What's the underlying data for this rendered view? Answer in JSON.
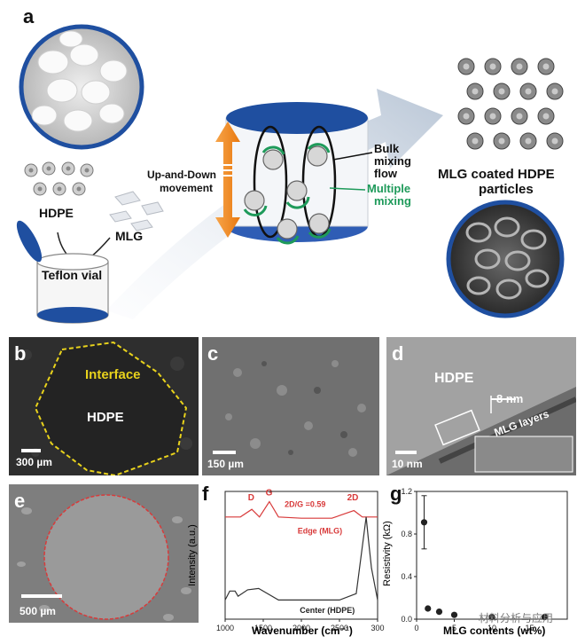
{
  "panel_a": {
    "letter": "a",
    "hdpe_label": "HDPE",
    "mlg_label": "MLG",
    "vial_label": "Teflon vial",
    "movement_label_1": "Up-and-Down",
    "movement_label_2": "movement",
    "bulk_label_1": "Bulk",
    "bulk_label_2": "mixing",
    "bulk_label_3": "flow",
    "multiple_label_1": "Multiple",
    "multiple_label_2": "mixing",
    "product_label_1": "MLG coated HDPE",
    "product_label_2": "particles"
  },
  "panel_b": {
    "letter": "b",
    "interface_label": "Interface",
    "hdpe_label": "HDPE",
    "scale": "300 µm"
  },
  "panel_c": {
    "letter": "c",
    "scale": "150 µm"
  },
  "panel_d": {
    "letter": "d",
    "hdpe_label": "HDPE",
    "thickness_label": "8 nm",
    "layers_label": "MLG layers",
    "scale": "10 nm"
  },
  "panel_e": {
    "letter": "e",
    "scale": "500 µm"
  },
  "panel_f": {
    "letter": "f",
    "ylabel": "Intensity (a.u.)",
    "xlabel": "Wavenumber (cm⁻¹)",
    "peak_d": "D",
    "peak_g": "G",
    "peak_2d": "2D",
    "ratio_label": "2D/G =0.59",
    "edge_label": "Edge (MLG)",
    "center_label": "Center (HDPE)",
    "xticks": [
      "1000",
      "1500",
      "2000",
      "2500",
      "300"
    ]
  },
  "panel_g": {
    "letter": "g",
    "ylabel": "Resistivity (kΩ)",
    "xlabel": "MLG contents (wt%)",
    "yticks": [
      "0.0",
      "0.4",
      "0.8",
      "1.2"
    ],
    "xticks": [
      "0",
      "5",
      "10",
      "15"
    ]
  },
  "watermark": "材料分析与应用",
  "colors": {
    "blue": "#1f4fa0",
    "orange": "#ee7d1a",
    "green": "#1e9a5a",
    "red": "#d83a3a",
    "yellow": "#e8d21c"
  },
  "chart_data": [
    {
      "type": "line",
      "title": "",
      "xlabel": "Wavenumber (cm⁻¹)",
      "ylabel": "Intensity (a.u.)",
      "xlim": [
        1000,
        3000
      ],
      "series": [
        {
          "name": "Edge (MLG)",
          "x": [
            1000,
            1200,
            1350,
            1450,
            1580,
            1700,
            2000,
            2400,
            2690,
            2800,
            3000
          ],
          "y": [
            0.8,
            0.8,
            0.86,
            0.8,
            0.92,
            0.8,
            0.79,
            0.79,
            0.85,
            0.8,
            0.8
          ]
        },
        {
          "name": "Center (HDPE)",
          "x": [
            1000,
            1060,
            1130,
            1170,
            1295,
            1440,
            1700,
            2000,
            2500,
            2720,
            2850,
            2880,
            2920,
            3000
          ],
          "y": [
            0.15,
            0.22,
            0.22,
            0.18,
            0.23,
            0.24,
            0.15,
            0.15,
            0.15,
            0.2,
            0.8,
            0.62,
            0.4,
            0.15
          ]
        }
      ]
    },
    {
      "type": "scatter",
      "title": "",
      "xlabel": "MLG contents (wt%)",
      "ylabel": "Resistivity (kΩ)",
      "ylim": [
        0,
        1.2
      ],
      "xlim": [
        0,
        20
      ],
      "x": [
        1,
        1.5,
        3,
        5,
        10,
        17
      ],
      "y": [
        0.91,
        0.1,
        0.07,
        0.04,
        0.02,
        0.02
      ],
      "error": [
        0.25,
        0,
        0,
        0,
        0,
        0
      ]
    }
  ]
}
